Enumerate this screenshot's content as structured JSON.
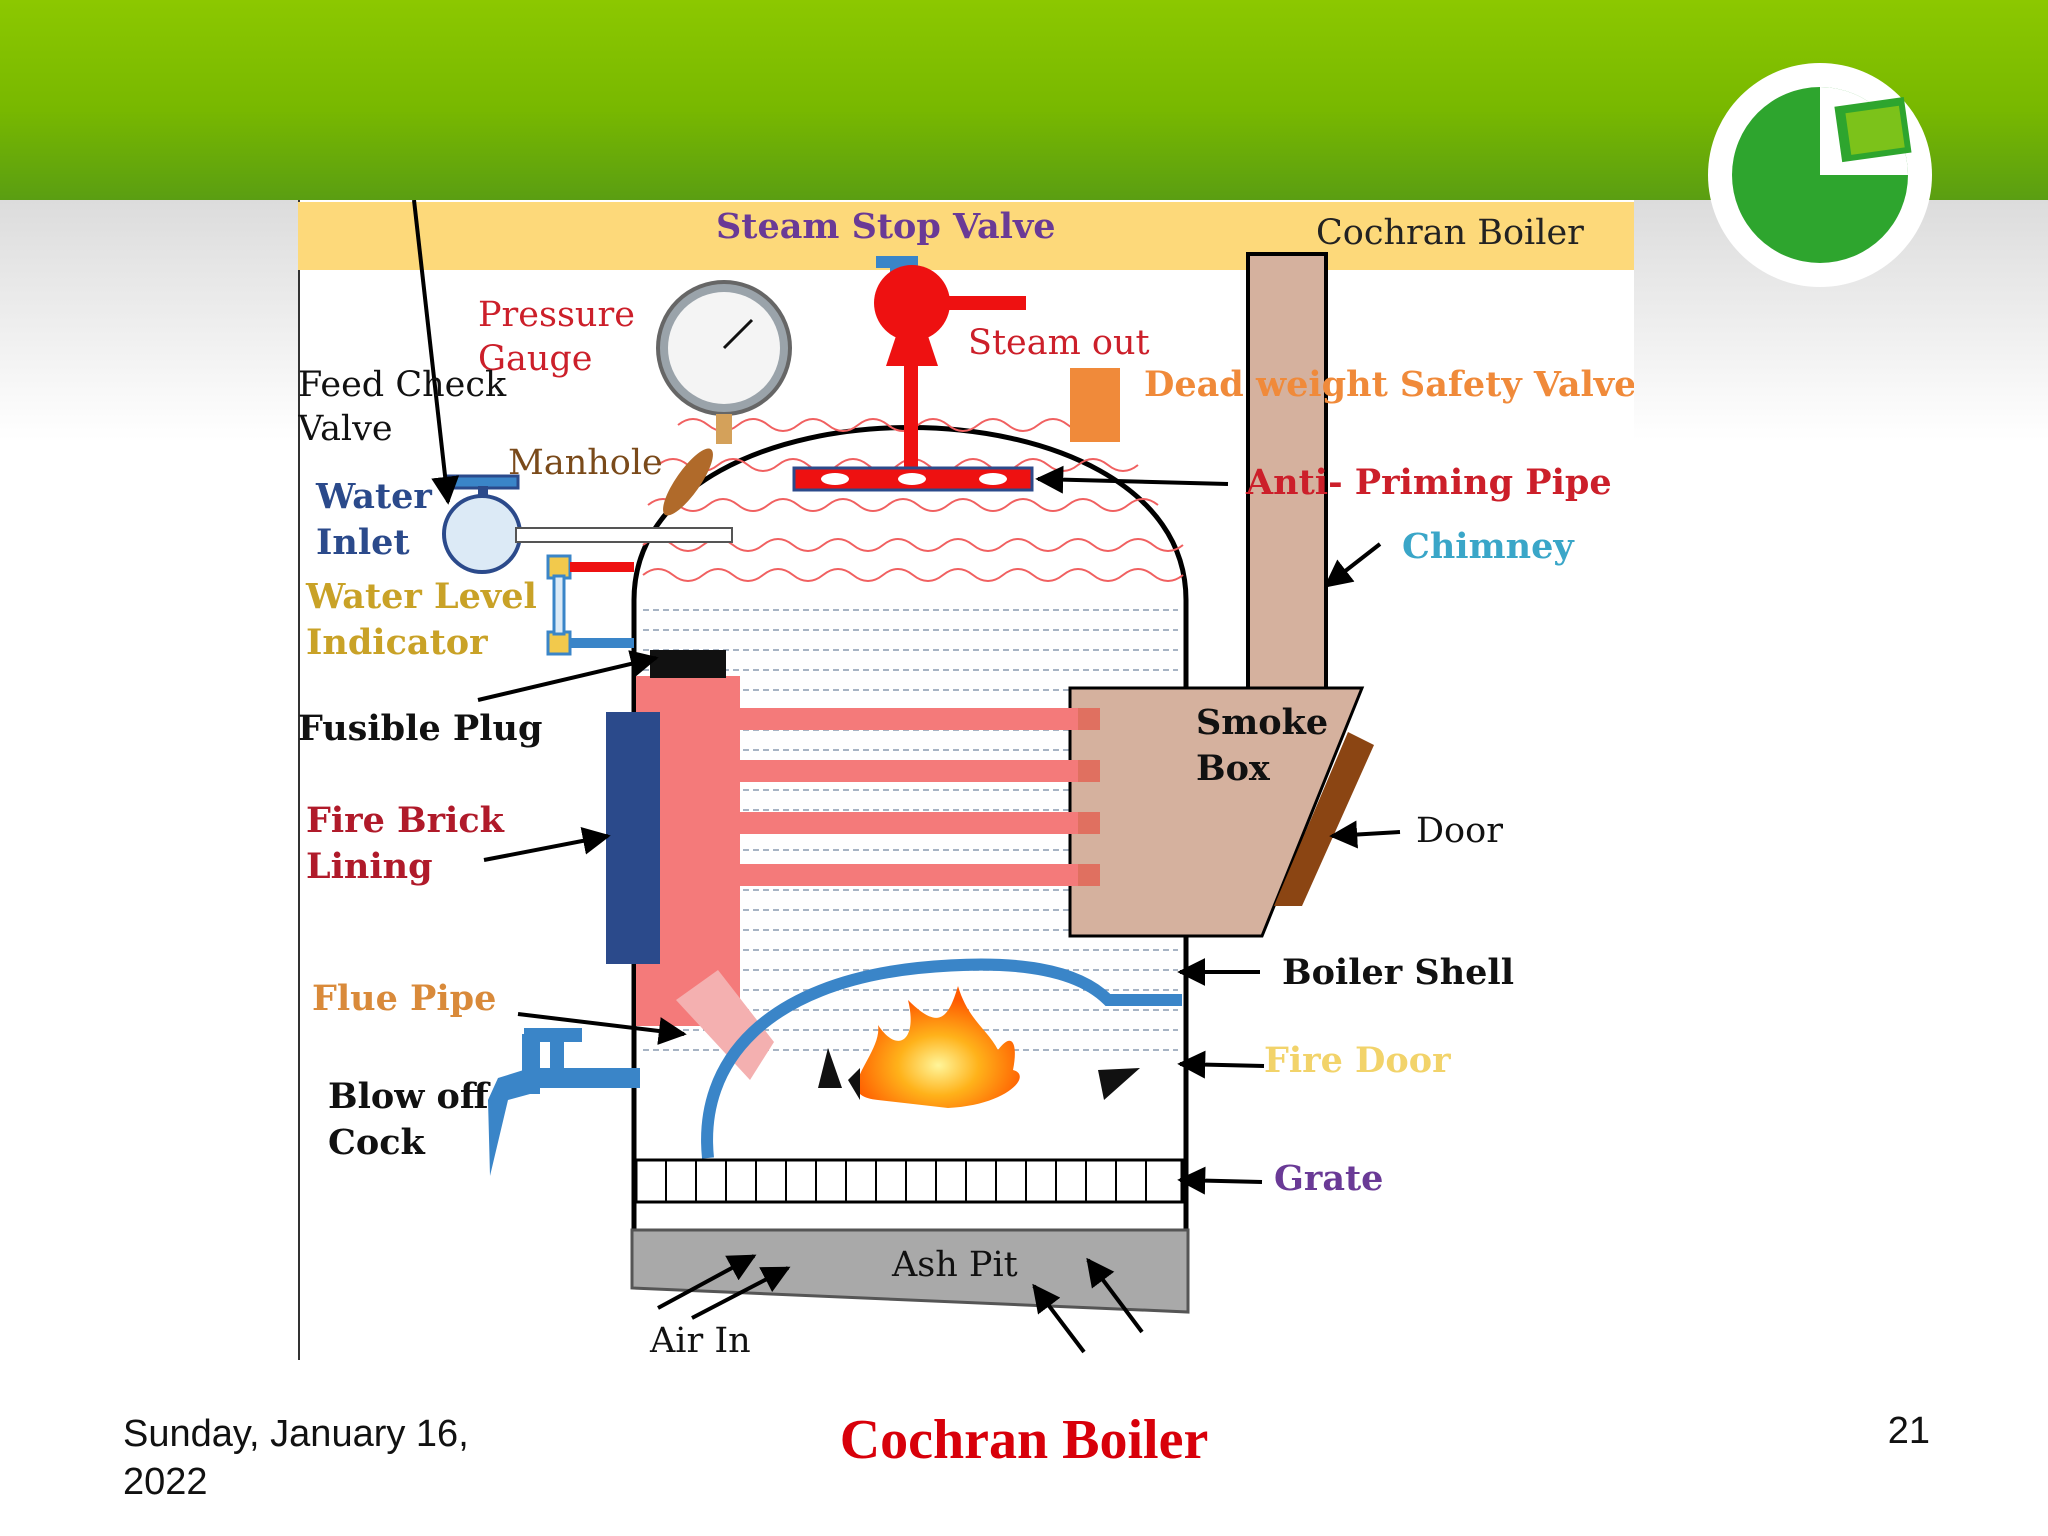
{
  "slide": {
    "date": "Sunday, January 16, 2022",
    "title": "Cochran Boiler",
    "page_number": "21",
    "colors": {
      "header_green": "#7ec000",
      "title_red": "#d8000a",
      "banner_yellow": "#fdd97a"
    }
  },
  "diagram": {
    "banner_title": "Cochran Boiler",
    "labels": {
      "steam_stop_valve": "Steam Stop Valve",
      "pressure_gauge_1": "Pressure",
      "pressure_gauge_2": "Gauge",
      "steam_out": "Steam out",
      "feed_check_1": "Feed Check",
      "feed_check_2": "Valve",
      "dead_weight": "Dead weight Safety Valve",
      "manhole": "Manhole",
      "water_inlet_1": "Water",
      "water_inlet_2": "Inlet",
      "anti_priming": "Anti- Priming Pipe",
      "chimney": "Chimney",
      "water_level_1": "Water Level",
      "water_level_2": "Indicator",
      "fusible_plug": "Fusible Plug",
      "smoke_box_1": "Smoke",
      "smoke_box_2": "Box",
      "door": "Door",
      "fire_brick_1": "Fire Brick",
      "fire_brick_2": "Lining",
      "boiler_shell": "Boiler Shell",
      "flue_pipe": "Flue Pipe",
      "fire_door": "Fire Door",
      "blow_off_1": "Blow off",
      "blow_off_2": "Cock",
      "grate": "Grate",
      "ash_pit": "Ash Pit",
      "air_in": "Air In"
    }
  }
}
